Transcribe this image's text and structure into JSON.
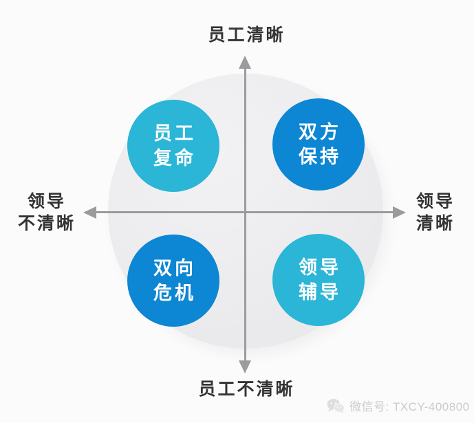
{
  "diagram": {
    "type": "quadrant-matrix",
    "axis_labels": {
      "top": "员工清晰",
      "bottom": "员工不清晰",
      "left_line1": "领导",
      "left_line2": "不清晰",
      "right_line1": "领导",
      "right_line2": "清晰"
    },
    "quadrants": [
      {
        "position": "top-left",
        "label": "员工复命",
        "line1": "员工",
        "line2": "复命",
        "color": "#2bb5d6"
      },
      {
        "position": "top-right",
        "label": "双方保持",
        "line1": "双方",
        "line2": "保持",
        "color": "#0d86d3"
      },
      {
        "position": "bottom-left",
        "label": "双向危机",
        "line1": "双向",
        "line2": "危机",
        "color": "#0d86d3"
      },
      {
        "position": "bottom-right",
        "label": "领导辅导",
        "line1": "领导",
        "line2": "辅导",
        "color": "#2bb5d6"
      }
    ],
    "colors": {
      "quadrant_cyan": "#2bb5d6",
      "quadrant_blue": "#0d86d3",
      "axis": "#9b9b9d",
      "background_circle": "#ececee",
      "label_text": "#333333",
      "watermark_text": "#cbcbcd"
    }
  },
  "watermark": {
    "icon": "wechat-icon",
    "text": "微信号: TXCY-400800"
  }
}
